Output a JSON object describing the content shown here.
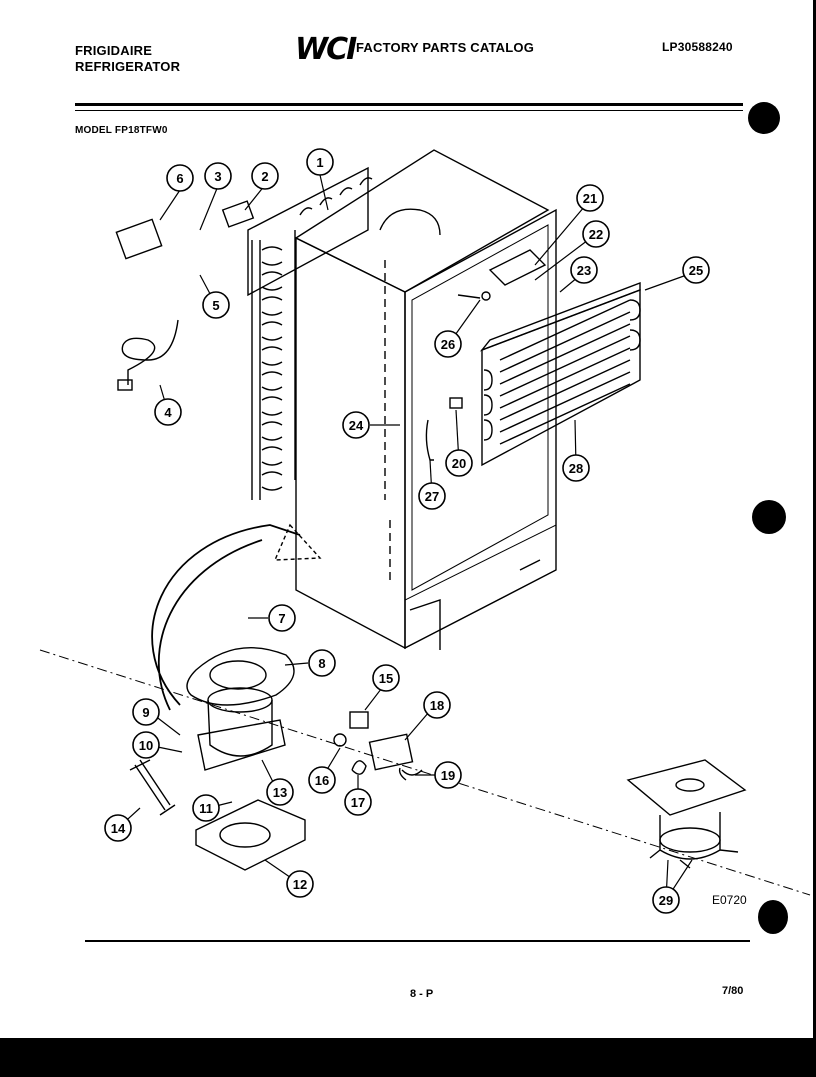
{
  "header": {
    "brand_line1": "FRIGIDAIRE",
    "brand_line2": "REFRIGERATOR",
    "logo": "WCI",
    "catalog_title": "FACTORY PARTS CATALOG",
    "part_number": "LP30588240",
    "model": "MODEL FP18TFW0"
  },
  "diagram": {
    "callouts": [
      "1",
      "2",
      "3",
      "4",
      "5",
      "6",
      "7",
      "8",
      "9",
      "10",
      "11",
      "12",
      "13",
      "14",
      "15",
      "16",
      "17",
      "18",
      "19",
      "20",
      "21",
      "22",
      "23",
      "24",
      "25",
      "26",
      "27",
      "28",
      "29"
    ],
    "figure_code": "E0720"
  },
  "footer": {
    "page": "8 - P",
    "date": "7/80"
  }
}
